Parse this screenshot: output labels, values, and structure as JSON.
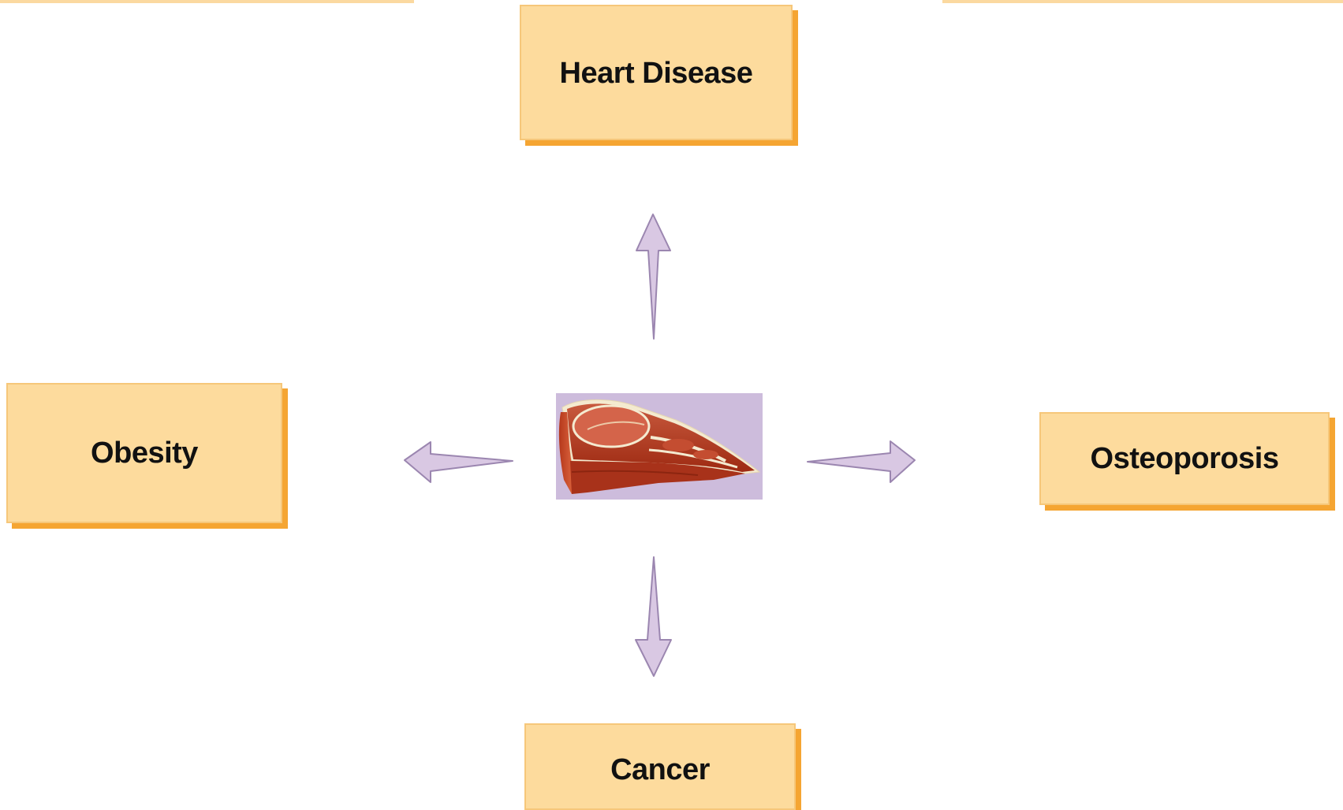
{
  "diagram": {
    "center_image": "meat-icon",
    "outcomes": {
      "top": "Heart Disease",
      "left": "Obesity",
      "right": "Osteoporosis",
      "bottom": "Cancer"
    }
  },
  "colors": {
    "box_fill": "#fddb9d",
    "box_shadow": "#f5a532",
    "arrow_fill": "#d9c8e3",
    "meat_background": "#cdbcdc"
  }
}
